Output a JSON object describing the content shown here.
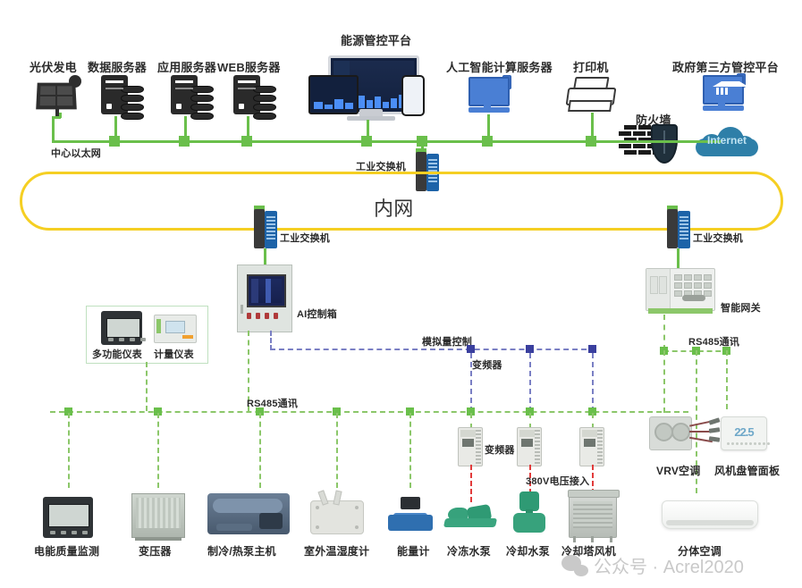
{
  "diagram": {
    "title_center": "内网",
    "bus_labels": {
      "center_ethernet": "中心以太网",
      "rs485_left": "RS485通讯",
      "rs485_right": "RS485通讯",
      "analog_control": "模拟量控制",
      "voltage_input": "380V电压接入"
    },
    "top_row": [
      {
        "label": "光伏发电",
        "icon": "solar-panel-icon"
      },
      {
        "label": "数据服务器",
        "icon": "server-icon"
      },
      {
        "label": "应用服务器",
        "icon": "server-icon"
      },
      {
        "label": "WEB服务器",
        "icon": "server-icon"
      },
      {
        "label": "能源管控平台",
        "icon": "energy-platform-monitor-icon"
      },
      {
        "label": "人工智能计算服务器",
        "icon": "ai-computer-icon"
      },
      {
        "label": "打印机",
        "icon": "printer-icon"
      },
      {
        "label": "政府第三方管控平台",
        "icon": "government-platform-icon"
      },
      {
        "label": "防火墙",
        "icon": "firewall-icon"
      },
      {
        "label": "Internet",
        "icon": "internet-cloud-icon"
      }
    ],
    "switches": [
      {
        "label": "工业交换机",
        "position": "top-center"
      },
      {
        "label": "工业交换机",
        "position": "intranet-left"
      },
      {
        "label": "工业交换机",
        "position": "intranet-right"
      }
    ],
    "control": [
      {
        "label": "AI控制箱",
        "icon": "ai-control-cabinet-icon"
      },
      {
        "label": "智能网关",
        "icon": "intelligent-gateway-icon"
      }
    ],
    "meter_group": {
      "items": [
        {
          "label": "多功能仪表",
          "icon": "multifunction-meter-icon"
        },
        {
          "label": "计量仪表",
          "icon": "measuring-meter-icon"
        }
      ]
    },
    "vfd_row": [
      {
        "label": "变频器",
        "icon": "frequency-converter-icon"
      },
      {
        "label": "",
        "icon": "frequency-converter-icon"
      },
      {
        "label": "",
        "icon": "frequency-converter-icon"
      }
    ],
    "vfd_bus_label": "变频器",
    "bottom_devices": [
      {
        "label": "电能质量监测",
        "icon": "power-quality-monitor-icon"
      },
      {
        "label": "变压器",
        "icon": "transformer-icon"
      },
      {
        "label": "制冷/热泵主机",
        "icon": "chiller-heat-pump-icon"
      },
      {
        "label": "室外温湿度计",
        "icon": "outdoor-temp-humidity-sensor-icon"
      },
      {
        "label": "能量计",
        "icon": "energy-meter-icon"
      },
      {
        "label": "冷冻水泵",
        "icon": "chilled-water-pump-icon"
      },
      {
        "label": "冷却水泵",
        "icon": "cooling-water-pump-icon"
      },
      {
        "label": "冷却塔风机",
        "icon": "cooling-tower-fan-icon"
      }
    ],
    "right_devices": [
      {
        "label": "VRV空调",
        "icon": "vrv-air-conditioner-icon"
      },
      {
        "label": "风机盘管面板",
        "icon": "fan-coil-panel-icon",
        "display_value": "22.5"
      },
      {
        "label": "分体空调",
        "icon": "split-air-conditioner-icon"
      }
    ],
    "watermark": "公众号 · Acrel2020",
    "colors": {
      "ethernet_green": "#6abf4b",
      "dashed_green": "#8cc76a",
      "analog_blue": "#7a7fc4",
      "node_blue": "#3a3f9e",
      "power_red": "#e23b3b",
      "intranet_yellow": "#f5cf23",
      "internet_blue": "#2e7fa8"
    }
  }
}
